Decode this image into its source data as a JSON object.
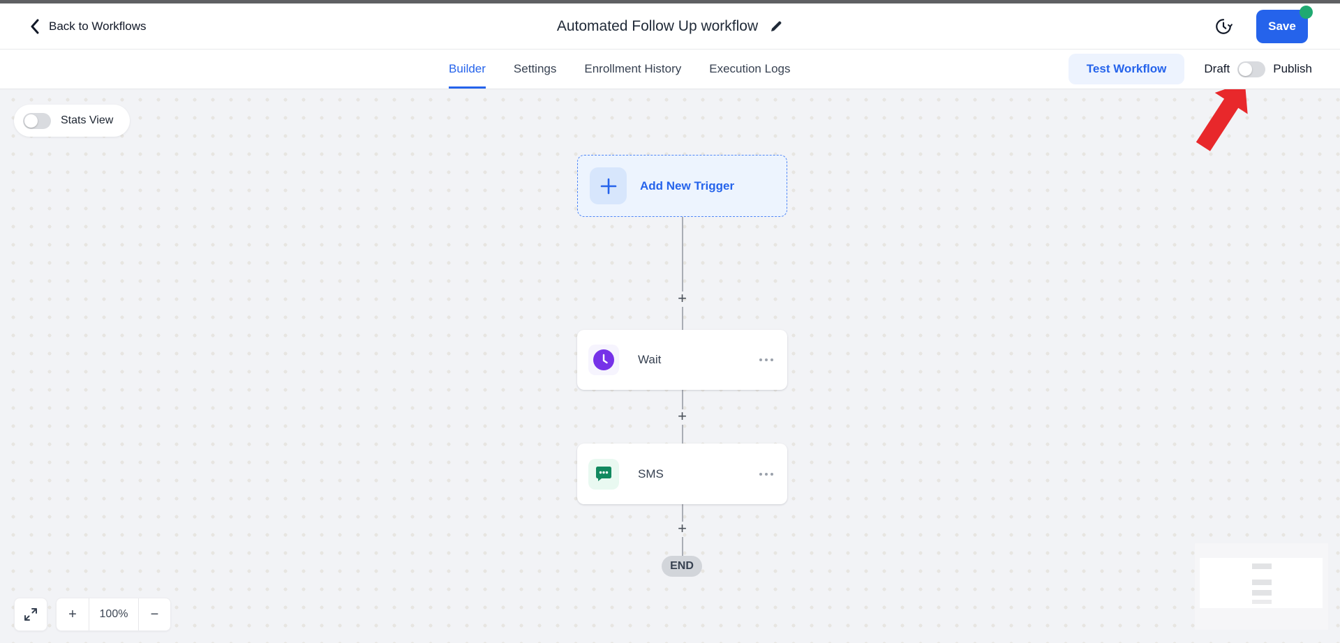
{
  "header": {
    "back_label": "Back to Workflows",
    "title": "Automated Follow Up workflow",
    "save_label": "Save"
  },
  "tabs": {
    "items": [
      {
        "label": "Builder",
        "active": true
      },
      {
        "label": "Settings",
        "active": false
      },
      {
        "label": "Enrollment History",
        "active": false
      },
      {
        "label": "Execution Logs",
        "active": false
      }
    ],
    "test_workflow_label": "Test Workflow",
    "draft_label": "Draft",
    "publish_label": "Publish",
    "publish_toggle_state": "off"
  },
  "canvas": {
    "stats_view_label": "Stats View",
    "stats_view_toggle_state": "off",
    "trigger": {
      "label": "Add New Trigger"
    },
    "nodes": [
      {
        "label": "Wait",
        "icon": "clock-icon"
      },
      {
        "label": "SMS",
        "icon": "chat-bubble-icon"
      }
    ],
    "connector_plus": "+",
    "end_label": "END"
  },
  "zoom_controls": {
    "zoom_level": "100%",
    "plus": "+",
    "minus": "−"
  },
  "colors": {
    "top_strip": "#5f6063",
    "accent": "#2563eb",
    "accent_light": "#edf3fe",
    "save_dot": "#1fa971",
    "arrow_red": "#e8282b",
    "wait_purple": "#7632e8",
    "wait_tile": "#f6f4fe",
    "sms_green": "#11895f",
    "sms_tile": "#e9f9f1",
    "canvas_bg": "#f2f3f6",
    "canvas_dot": "#e7e5e1",
    "end_bg": "#d2d5da"
  }
}
